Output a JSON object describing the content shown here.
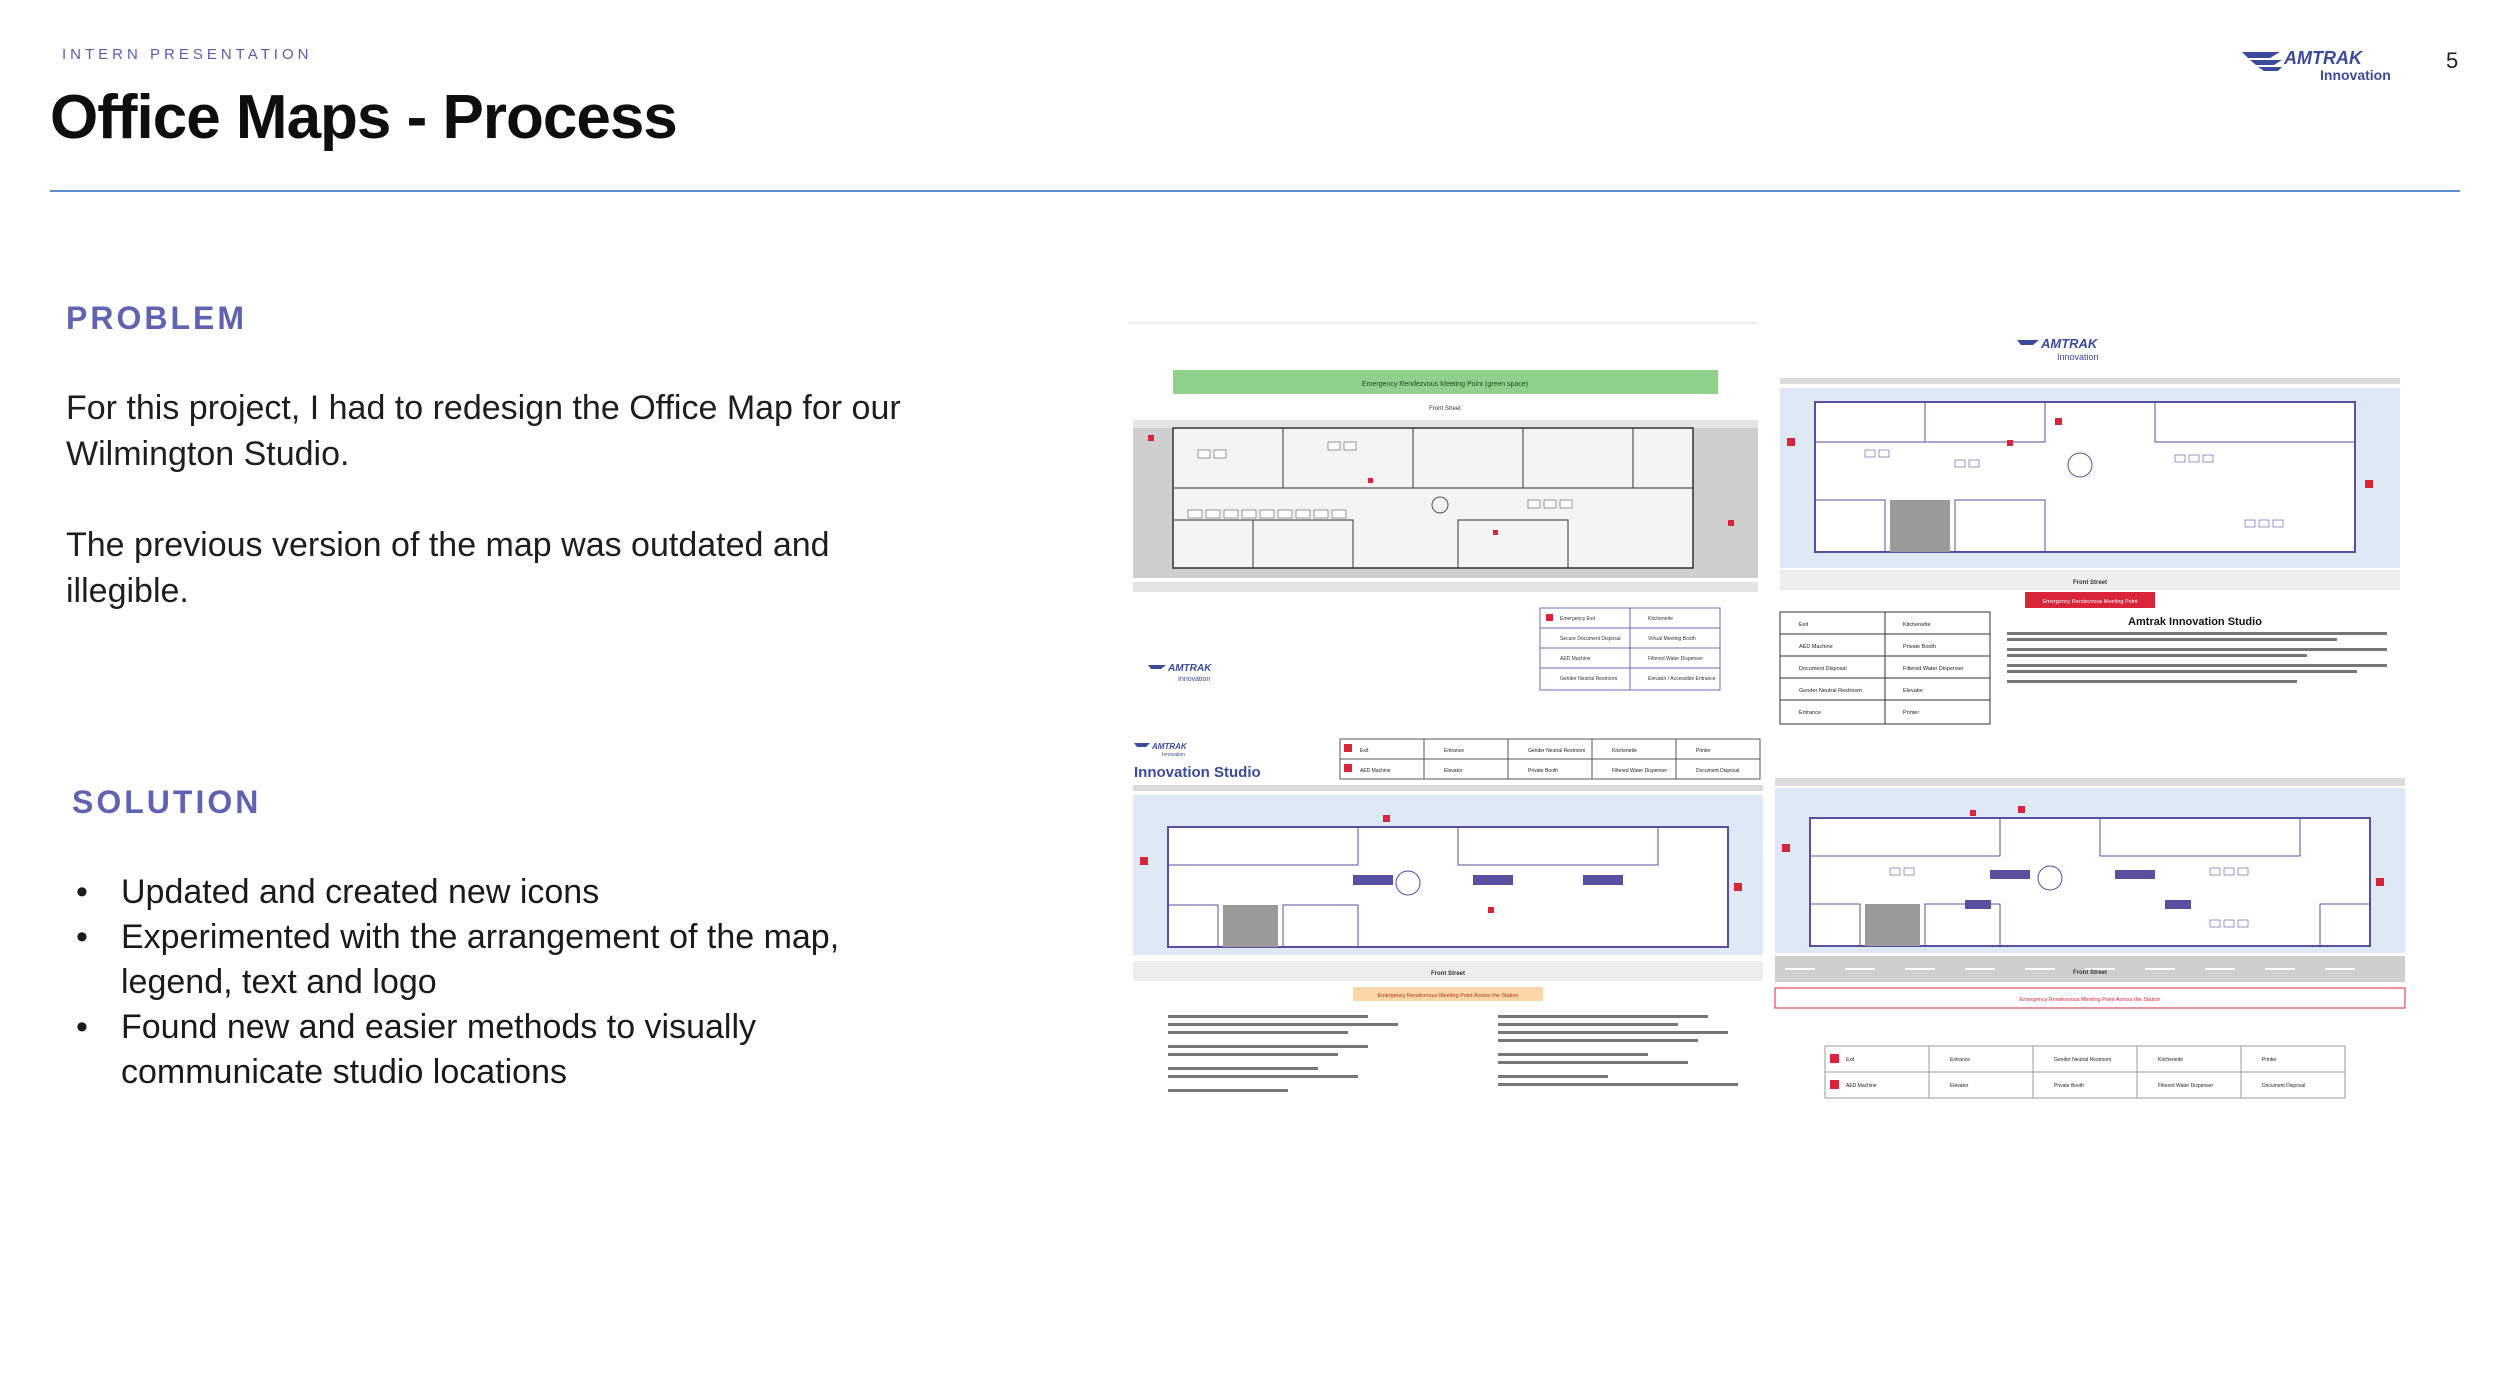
{
  "header": {
    "eyebrow": "INTERN PRESENTATION",
    "title": "Office Maps - Process",
    "page_number": "5",
    "logo_brand": "AMTRAK",
    "logo_sub": "Innovation"
  },
  "problem": {
    "heading": "PROBLEM",
    "paragraphs": [
      "For this project, I had to redesign the Office Map for our Wilmington Studio.",
      "The previous version of the map was outdated and illegible."
    ]
  },
  "solution": {
    "heading": "SOLUTION",
    "bullets": [
      "Updated and created new icons",
      "Experimented with the arrangement of the map, legend, text and logo",
      "Found new and easier methods to visually communicate studio locations"
    ]
  },
  "maps": {
    "v1": {
      "banner": "Emergency Rendezvous Meeting Point (green space)",
      "street": "Front Street",
      "brand": "AMTRAK",
      "brand_sub": "Innovation",
      "legend": [
        "Emergency Exit",
        "Kitchenette",
        "Secure Document Disposal",
        "Virtual Meeting Booth",
        "AED Machine",
        "Filtered Water Dispenser",
        "Gender Neutral Restroom",
        "Elevator / Accessible Entrance"
      ]
    },
    "v2": {
      "brand": "AMTRAK",
      "brand_sub": "Innovation",
      "street": "Front Street",
      "banner": "Emergency Rendezvous Meeting Point",
      "info_title": "Amtrak Innovation Studio",
      "legend": [
        "Exit",
        "Kitchenette",
        "AED Machine",
        "Private Booth",
        "Document Disposal",
        "Filtered Water Dispenser",
        "Gender Neutral Restroom",
        "Elevator",
        "Entrance",
        "Printer"
      ]
    },
    "v3": {
      "brand": "AMTRAK",
      "brand_sub": "Innovation",
      "title": "Innovation Studio",
      "street": "Front Street",
      "banner": "Emergency Rendezvous Meeting Point Across the Station",
      "legend": [
        "Exit",
        "Entrance",
        "Gender Neutral Restroom",
        "Kitchenette",
        "Printer",
        "AED Machine",
        "Elevator",
        "Private Booth",
        "Filtered Water Dispenser",
        "Document Disposal"
      ]
    },
    "v4": {
      "street": "Front Street",
      "banner": "Emergency Rendezvous Meeting Point Across the Station",
      "legend": [
        "Exit",
        "Entrance",
        "Gender Neutral Restroom",
        "Kitchenette",
        "Printer",
        "AED Machine",
        "Elevator",
        "Private Booth",
        "Filtered Water Dispenser",
        "Document Disposal"
      ]
    }
  },
  "colors": {
    "accent": "#6063b0",
    "rule": "#5b8fcf",
    "alert_red": "#d9253a",
    "map_purple": "#5a4f9e",
    "map_green": "#8fd18a"
  }
}
